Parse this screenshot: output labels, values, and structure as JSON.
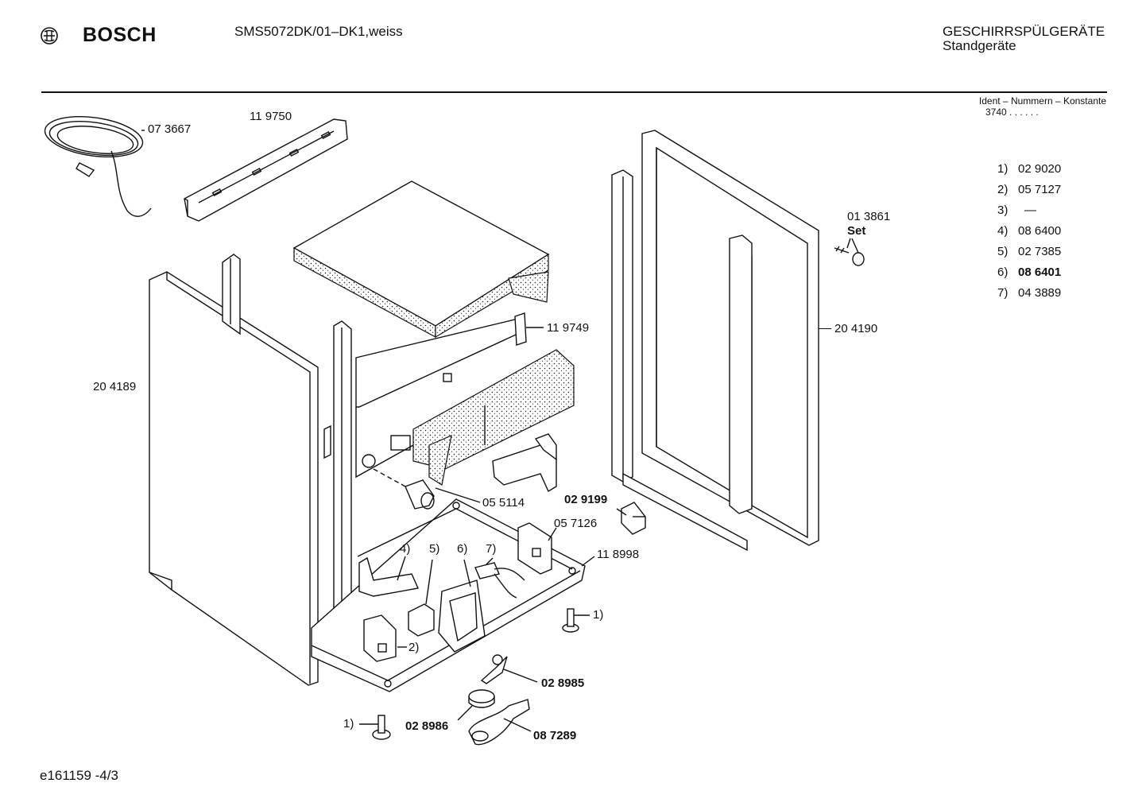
{
  "header": {
    "brand": "BOSCH",
    "model": "SMS5072DK/01–DK1,weiss",
    "category": "GESCHIRRSPÜLGERÄTE",
    "subcategory": "Standgeräte",
    "ident_label": "Ident – Nummern – Konstante",
    "ident_value": "3740 . . . . . ."
  },
  "icons": {
    "brand_logo": "bosch-armature-icon"
  },
  "legend": [
    {
      "key": "1)",
      "value": "02 9020"
    },
    {
      "key": "2)",
      "value": "05 7127"
    },
    {
      "key": "3)",
      "value": "—"
    },
    {
      "key": "4)",
      "value": "08 6400"
    },
    {
      "key": "5)",
      "value": "02 7385"
    },
    {
      "key": "6)",
      "value": "08 6401"
    },
    {
      "key": "7)",
      "value": "04 3889"
    }
  ],
  "parts": {
    "cable": "07 3667",
    "top_rail": "11 9750",
    "left_panel": "20 4189",
    "back_strip": "11 9749",
    "screw_set_code": "01 3861",
    "screw_set_label": "Set",
    "right_panel": "20 4190",
    "capacitor": "05 5114",
    "relay": "02 9199",
    "bracket": "05 7126",
    "base": "11 8998",
    "callout_1a": "1)",
    "callout_1b": "1)",
    "callout_2": "2)",
    "callout_4": "4)",
    "callout_5": "5)",
    "callout_6": "6)",
    "callout_7": "7)",
    "switch": "02 8985",
    "float": "02 8986",
    "lever": "08 7289"
  },
  "footer": {
    "drawing_id": "e161159 -4/3"
  }
}
